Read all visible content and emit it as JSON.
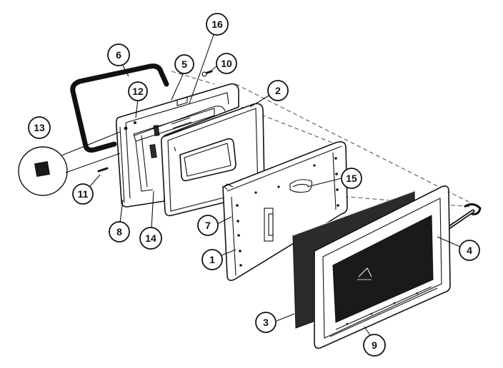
{
  "diagram": {
    "callouts": [
      {
        "id": "6",
        "label": "6"
      },
      {
        "id": "5",
        "label": "5"
      },
      {
        "id": "16",
        "label": "16"
      },
      {
        "id": "10",
        "label": "10"
      },
      {
        "id": "12",
        "label": "12"
      },
      {
        "id": "2",
        "label": "2"
      },
      {
        "id": "13",
        "label": "13"
      },
      {
        "id": "11",
        "label": "11"
      },
      {
        "id": "15",
        "label": "15"
      },
      {
        "id": "8",
        "label": "8"
      },
      {
        "id": "14",
        "label": "14"
      },
      {
        "id": "7",
        "label": "7"
      },
      {
        "id": "1",
        "label": "1"
      },
      {
        "id": "4",
        "label": "4"
      },
      {
        "id": "3",
        "label": "3"
      },
      {
        "id": "9",
        "label": "9"
      }
    ]
  }
}
